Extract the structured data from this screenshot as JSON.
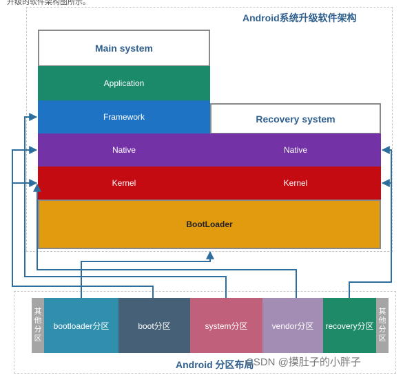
{
  "top_caption": "升级的软件架构图所示。",
  "architecture": {
    "title": "Android系统升级软件架构",
    "main_system": {
      "title": "Main system",
      "layers": [
        "Application",
        "Framework",
        "Native",
        "Kernel"
      ]
    },
    "recovery_system": {
      "title": "Recovery system",
      "layers": [
        "Native",
        "Kernel"
      ]
    },
    "bootloader": "BootLoader"
  },
  "partitions": {
    "title": "Android 分区布局",
    "other_left": "其他分区",
    "other_right": "其他分区",
    "items": [
      "bootloader分区",
      "boot分区",
      "system分区",
      "vendor分区",
      "recovery分区"
    ]
  },
  "watermark": "CSDN @摸肚子的小胖子",
  "colors": {
    "application": "#1b8a6b",
    "framework": "#1e73c4",
    "native": "#7332a6",
    "kernel": "#c40b12",
    "bootloader": "#e29a0e",
    "bootloader_partition": "#2f8fad",
    "boot_partition": "#466077",
    "system_partition": "#c0607a",
    "vendor_partition": "#a38db5",
    "recovery_partition": "#1e8a68",
    "arrow": "#2e6e9e"
  }
}
